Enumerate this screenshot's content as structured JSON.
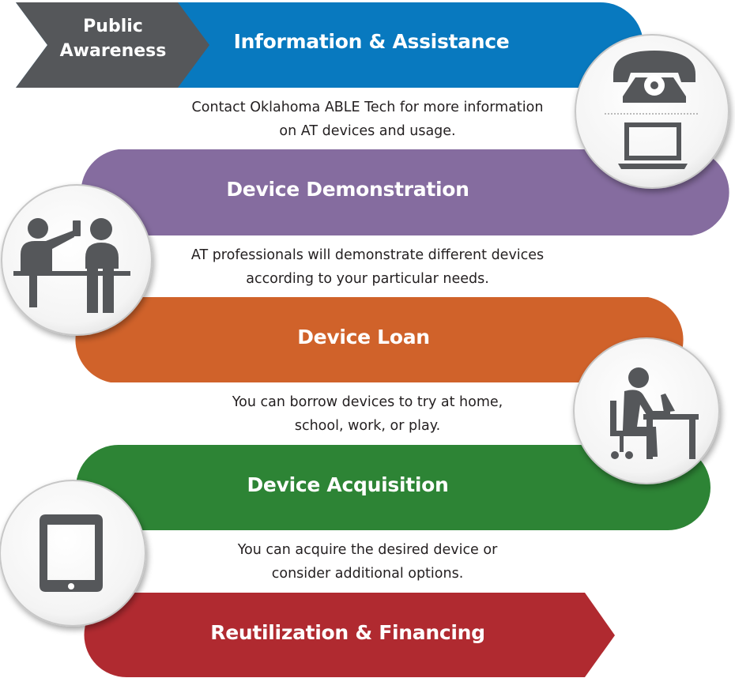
{
  "tag": {
    "line1": "Public",
    "line2": "Awareness"
  },
  "steps": [
    {
      "title": "Information & Assistance",
      "desc": [
        "Contact Oklahoma ABLE Tech for more information",
        "on AT devices and usage."
      ],
      "color": "#0879bf",
      "icons": [
        "telephone-icon",
        "laptop-icon"
      ]
    },
    {
      "title": "Device Demonstration",
      "desc": [
        "AT professionals will demonstrate different devices",
        "according to your particular needs."
      ],
      "color": "#856c9f",
      "icons": [
        "demonstration-people-icon"
      ]
    },
    {
      "title": "Device Loan",
      "desc": [
        "You can borrow devices to try at home,",
        "school, work, or play."
      ],
      "color": "#d0622a",
      "icons": [
        "person-at-desk-icon"
      ]
    },
    {
      "title": "Device Acquisition",
      "desc": [
        "You can acquire the desired device or",
        "consider additional options."
      ],
      "color": "#2d8435",
      "icons": [
        "tablet-icon"
      ]
    },
    {
      "title": "Reutilization & Financing",
      "desc": [],
      "color": "#b02a30",
      "icons": []
    }
  ],
  "colors": {
    "tag": "#55575a",
    "icon": "#55575a",
    "circle_border": "#c7c7c7"
  }
}
